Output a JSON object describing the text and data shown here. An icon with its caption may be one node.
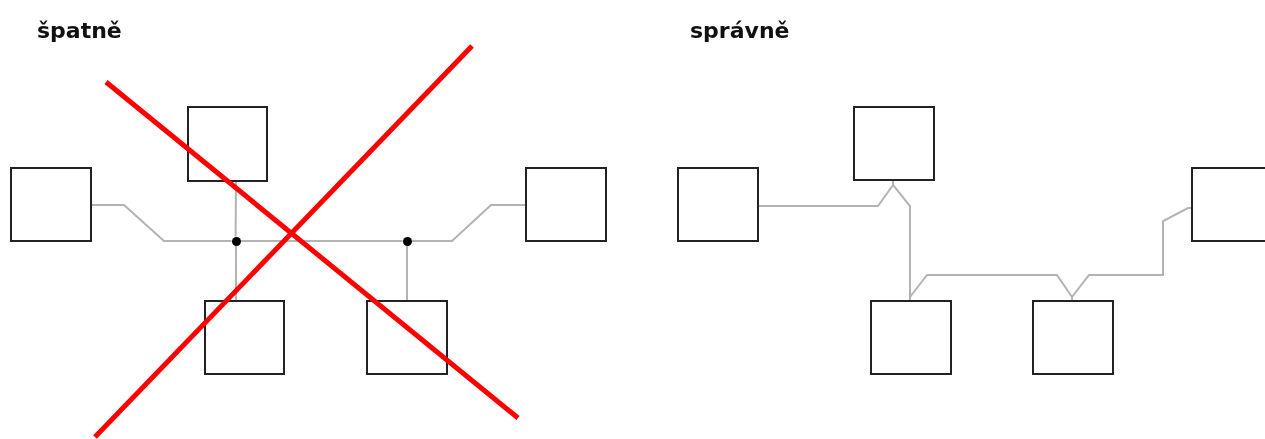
{
  "diagram": {
    "nodes": [
      {
        "text": [],
        "shape": "box"
      },
      {
        "text": [],
        "shape": "box"
      },
      {
        "text": [],
        "shape": "circle"
      },
      {
        "text": [],
        "shape": "circle"
      },
      {
        "text": [],
        "shape": "box"
      },
      {
        "text": [],
        "shape": "box"
      },
      {
        "text": [],
        "shape": "box"
      },
      {
        "text": [],
        "shape": "box"
      },
      {
        "text": [],
        "shape": "box"
      },
      {
        "text": [],
        "shape": "box"
      },
      {
        "text": [],
        "shape": "box"
      },
      {
        "text": [],
        "shape": "box"
      }
    ],
    "edges": [
      {
        "from": 1,
        "to": 2,
        "arrow": "none"
      },
      {
        "from": 0,
        "to": 2,
        "arrow": "none"
      },
      {
        "from": 2,
        "to": 5,
        "arrow": "none"
      },
      {
        "from": 2,
        "to": 3,
        "arrow": "none"
      },
      {
        "from": 3,
        "to": 4,
        "arrow": "none"
      },
      {
        "from": 3,
        "to": 6,
        "arrow": "none"
      },
      {
        "from": 8,
        "to": 7,
        "arrow": "none"
      },
      {
        "from": 7,
        "to": 10,
        "arrow": "none"
      },
      {
        "from": 10,
        "to": 11,
        "arrow": "none"
      },
      {
        "from": 11,
        "to": 9,
        "arrow": "none"
      }
    ],
    "labels": [
      "špatně",
      "správně"
    ]
  }
}
